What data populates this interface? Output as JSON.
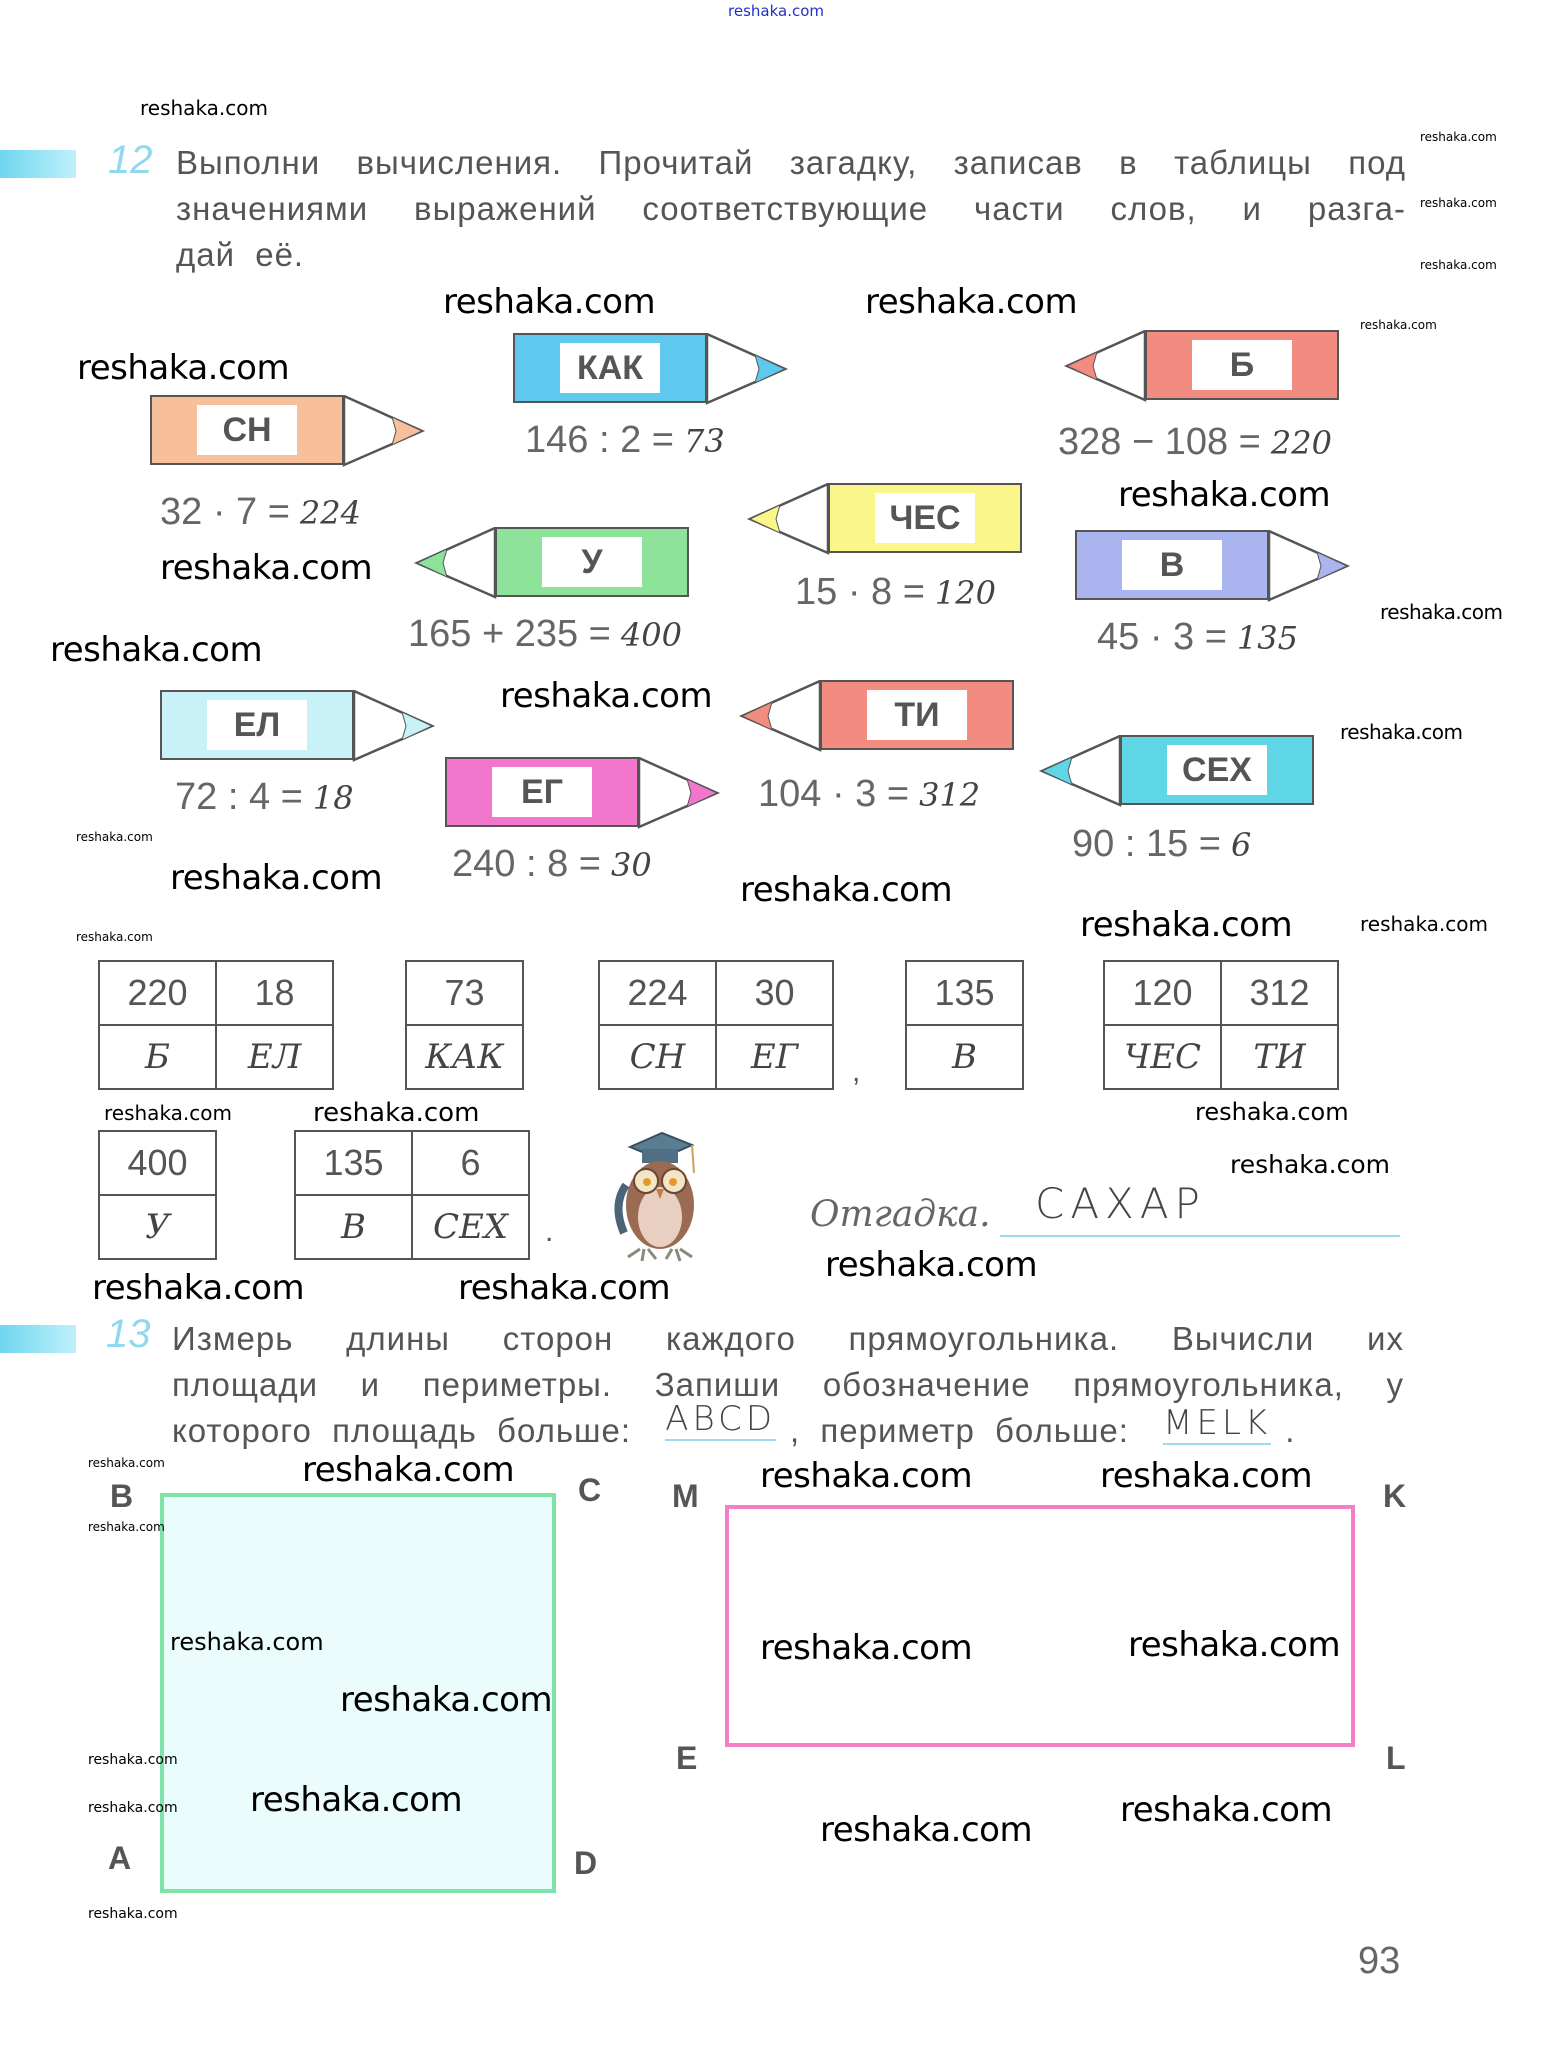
{
  "watermark": "reshaka.com",
  "task12": {
    "number": "12",
    "lines": [
      "Выполни вычисления. Прочитай загадку, записав в таблицы под",
      "значениями выражений соответствующие части слов, и разга-",
      "дай её."
    ],
    "pencils": [
      {
        "label": "СН",
        "expression": "32 · 7 =",
        "answer": "224",
        "color": "#f7c09a",
        "direction": "right"
      },
      {
        "label": "КАК",
        "expression": "146 : 2 =",
        "answer": "73",
        "color": "#5fc8ee",
        "direction": "right"
      },
      {
        "label": "Б",
        "expression": "328 − 108 =",
        "answer": "220",
        "color": "#f28c80",
        "direction": "left"
      },
      {
        "label": "У",
        "expression": "165 + 235 =",
        "answer": "400",
        "color": "#8ee39a",
        "direction": "left"
      },
      {
        "label": "ЧЕС",
        "expression": "15 · 8 =",
        "answer": "120",
        "color": "#fbf68a",
        "direction": "left"
      },
      {
        "label": "В",
        "expression": "45 · 3 =",
        "answer": "135",
        "color": "#aab5f0",
        "direction": "right"
      },
      {
        "label": "ЕЛ",
        "expression": "72 : 4 =",
        "answer": "18",
        "color": "#c9f1f8",
        "direction": "right"
      },
      {
        "label": "ЕГ",
        "expression": "240 : 8 =",
        "answer": "30",
        "color": "#f276cc",
        "direction": "right"
      },
      {
        "label": "ТИ",
        "expression": "104 · 3 =",
        "answer": "312",
        "color": "#f28c80",
        "direction": "left"
      },
      {
        "label": "СЕХ",
        "expression": "90 : 15 =",
        "answer": "6",
        "color": "#5fd6e6",
        "direction": "left"
      }
    ],
    "tables": [
      {
        "values": [
          "220",
          "18"
        ],
        "parts": [
          "Б",
          "ЕЛ"
        ]
      },
      {
        "values": [
          "73"
        ],
        "parts": [
          "КАК"
        ]
      },
      {
        "values": [
          "224",
          "30"
        ],
        "parts": [
          "СН",
          "ЕГ"
        ]
      },
      {
        "values": [
          "135"
        ],
        "parts": [
          "В"
        ]
      },
      {
        "values": [
          "120",
          "312"
        ],
        "parts": [
          "ЧЕС",
          "ТИ"
        ]
      },
      {
        "values": [
          "400"
        ],
        "parts": [
          "У"
        ]
      },
      {
        "values": [
          "135",
          "6"
        ],
        "parts": [
          "В",
          "СЕХ"
        ]
      }
    ],
    "comma": ",",
    "period": ".",
    "answer_label": "Отгадка.",
    "answer_value": "САХАР"
  },
  "task13": {
    "number": "13",
    "line1": "Измерь длины сторон каждого прямоугольника. Вычисли их",
    "line2": "площади и периметры. Запиши обозначение прямоугольника, у",
    "line3_a": "которого площадь больше:",
    "area_answer": "ABCD",
    "line3_b": ", периметр больше:",
    "perimeter_answer": "MELK",
    "line3_end": ".",
    "rect1": {
      "vertices": [
        "B",
        "C",
        "D",
        "A"
      ],
      "color": "#7fe3a8",
      "fill": "#eafcfb"
    },
    "rect2": {
      "vertices": [
        "M",
        "K",
        "L",
        "E"
      ],
      "color": "#f27fc7"
    }
  },
  "page_number": "93"
}
